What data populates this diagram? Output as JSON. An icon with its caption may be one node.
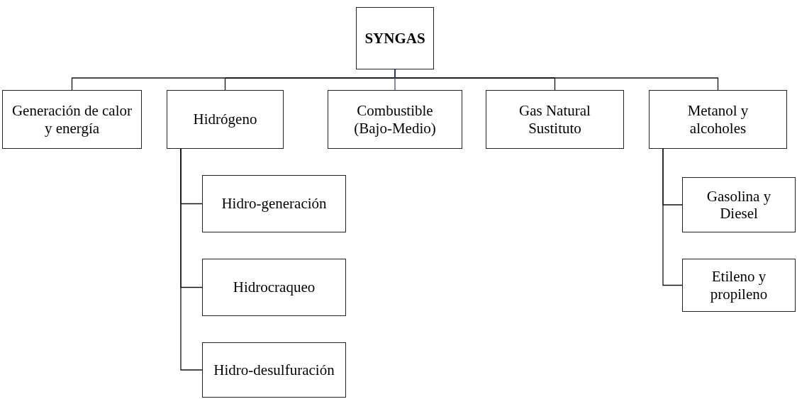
{
  "diagram": {
    "nodes": [
      {
        "text": [
          "SYNGAS"
        ]
      },
      {
        "text": [
          "Generación de calor y energía"
        ]
      },
      {
        "text": [
          "Hidrógeno"
        ]
      },
      {
        "text": [
          "Combustible (Bajo-Medio)"
        ]
      },
      {
        "text": [
          "Gas Natural Sustituto"
        ]
      },
      {
        "text": [
          "Metanol y alcoholes"
        ]
      },
      {
        "text": [
          "Hidro-generación"
        ]
      },
      {
        "text": [
          "Hidrocraqueo"
        ]
      },
      {
        "text": [
          "Hidro-desulfuración"
        ]
      },
      {
        "text": [
          "Gasolina y Diesel"
        ]
      },
      {
        "text": [
          "Etileno y propileno"
        ]
      }
    ],
    "edges": [
      {
        "from": 0,
        "to": 1,
        "arrow": "none"
      },
      {
        "from": 0,
        "to": 2,
        "arrow": "none"
      },
      {
        "from": 0,
        "to": 3,
        "arrow": "none",
        "color": "#2f5597"
      },
      {
        "from": 0,
        "to": 4,
        "arrow": "none"
      },
      {
        "from": 0,
        "to": 5,
        "arrow": "none"
      },
      {
        "from": 2,
        "to": 6,
        "arrow": "none"
      },
      {
        "from": 2,
        "to": 7,
        "arrow": "none"
      },
      {
        "from": 2,
        "to": 8,
        "arrow": "none"
      },
      {
        "from": 5,
        "to": 9,
        "arrow": "none"
      },
      {
        "from": 5,
        "to": 10,
        "arrow": "none"
      }
    ]
  }
}
